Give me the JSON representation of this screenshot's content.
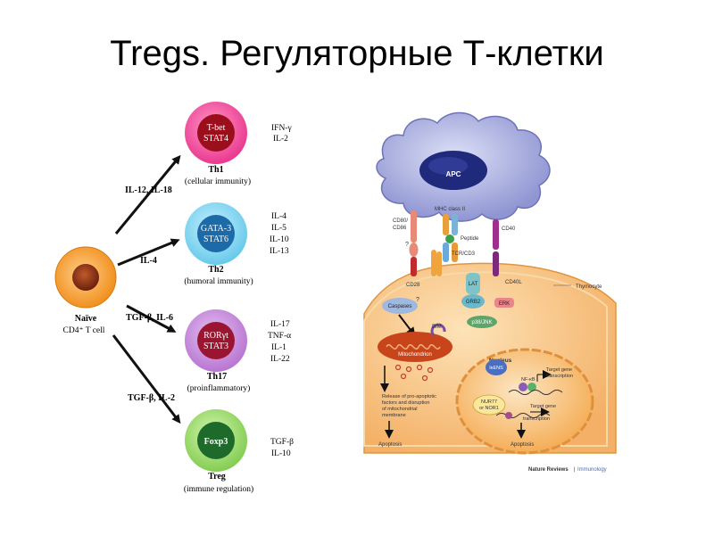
{
  "title": "Tregs. Регуляторные Т-клетки",
  "left": {
    "naive": {
      "name": "Naïve",
      "desc": "CD4⁺ T cell"
    },
    "arrows": [
      {
        "label": "IL-12, IL-18"
      },
      {
        "label": "IL-4"
      },
      {
        "label": "TGF-β, IL-6"
      },
      {
        "label": "TGF-β, IL-2"
      }
    ],
    "cells": [
      {
        "tf1": "T-bet",
        "tf2": "STAT4",
        "name": "Th1",
        "role": "(cellular immunity)",
        "cytokines": [
          "IFN-γ",
          "IL-2"
        ],
        "outer": "#e8308a",
        "inner": "#9b0f1c"
      },
      {
        "tf1": "GATA-3",
        "tf2": "STAT6",
        "name": "Th2",
        "role": "(humoral immunity)",
        "cytokines": [
          "IL-4",
          "IL-5",
          "IL-10",
          "IL-13"
        ],
        "outer": "#5fc7e8",
        "inner": "#1d6aa8"
      },
      {
        "tf1": "RORγt",
        "tf2": "STAT3",
        "name": "Th17",
        "role": "(proinflammatory)",
        "cytokines": [
          "IL-17",
          "TNF-α",
          "IL-1",
          "IL-22"
        ],
        "outer": "#b46fcf",
        "inner": "#9b1530"
      },
      {
        "tf1": "Foxp3",
        "tf2": "",
        "name": "Treg",
        "role": "(immune regulation)",
        "cytokines": [
          "TGF-β",
          "IL-10"
        ],
        "outer": "#7cc94a",
        "inner": "#1e6a2a"
      }
    ]
  },
  "right": {
    "apc": "APC",
    "mhc": "MHC class II",
    "cd80": "CD80/",
    "cd86": "CD86",
    "q1": "?",
    "q2": "?",
    "peptide": "Peptide",
    "tcr": "TCR/CD3",
    "cd40": "CD40",
    "cd28": "CD28",
    "cd40l": "CD40L",
    "thymocyte": "Thymocyte",
    "lat": "LAT",
    "grb2": "GRB2",
    "erk": "ERK",
    "p38": "p38/JNK",
    "caspases": "Caspases",
    "bim": "BIM",
    "mito": "Mitochondrion",
    "nucleus": "Nucleus",
    "ikens": "IκENS",
    "nfkb": "NF-κB",
    "target1": [
      "Target gene",
      "transcription"
    ],
    "nur77": [
      "NUR77",
      "or NOR1"
    ],
    "target2": [
      "Target gene",
      "transcription"
    ],
    "release": [
      "Release of pro-apoptotic",
      "factors and disruption",
      "of mitochondrial",
      "membrane"
    ],
    "apop1": "Apoptosis",
    "apop2": "Apoptosis",
    "credit1": "Nature Reviews",
    "credit2": "Immunology"
  }
}
